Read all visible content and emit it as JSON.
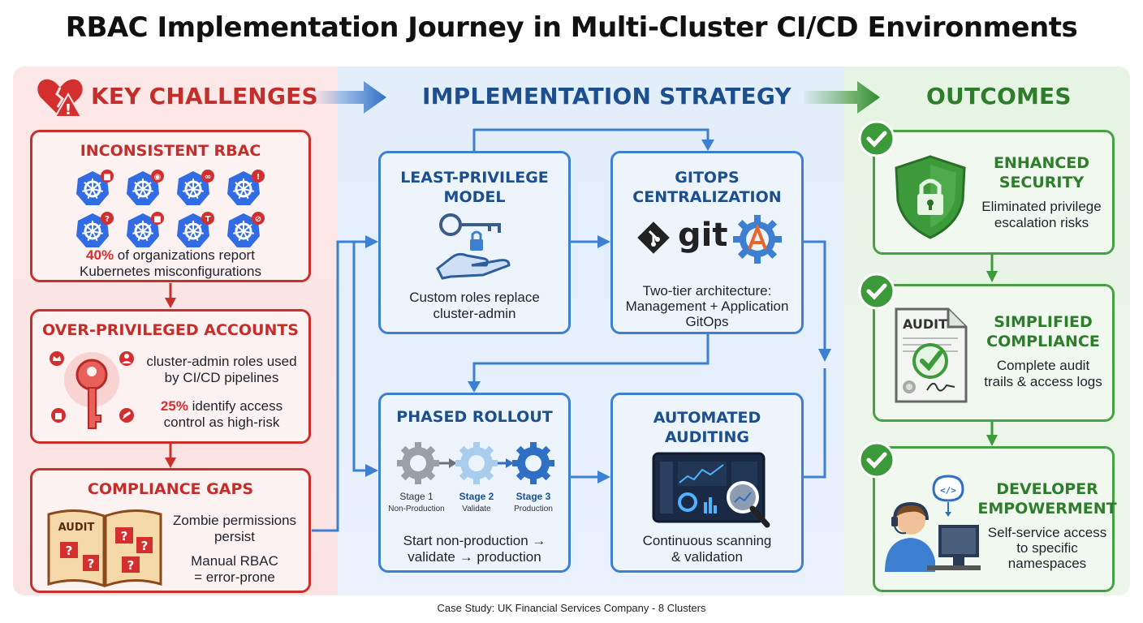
{
  "title": "RBAC Implementation Journey in Multi-Cluster CI/CD Environments",
  "footer": "Case Study: UK Financial Services Company - 8 Clusters",
  "colors": {
    "challenge": "#c42e2a",
    "strategy": "#1b4f8e",
    "outcome": "#2d7d2b",
    "arrow_blue": "#3d7fd1"
  },
  "challenges": {
    "heading": "KEY CHALLENGES",
    "inconsistent": {
      "title": "INCONSISTENT RBAC",
      "stat": "40%",
      "text1": " of organizations report",
      "text2": "Kubernetes misconfigurations"
    },
    "overprivileged": {
      "title": "OVER-PRIVILEGED ACCOUNTS",
      "line1": "cluster-admin roles used",
      "line2": "by CI/CD pipelines",
      "stat": "25%",
      "line3": " identify access",
      "line4": "control as high-risk"
    },
    "compliance": {
      "title": "COMPLIANCE GAPS",
      "book_label": "AUDIT",
      "line1": "Zombie permissions",
      "line2": "persist",
      "line3": "Manual RBAC",
      "line4": "= error-prone"
    }
  },
  "strategy": {
    "heading": "IMPLEMENTATION STRATEGY",
    "least": {
      "title1": "LEAST-PRIVILEGE",
      "title2": "MODEL",
      "line1": "Custom roles replace",
      "line2": "cluster-admin"
    },
    "gitops": {
      "title1": "GITOPS",
      "title2": "CENTRALIZATION",
      "logo": "git",
      "line1": "Two-tier architecture:",
      "line2": "Management + Application",
      "line3": "GitOps"
    },
    "phased": {
      "title": "PHASED ROLLOUT",
      "stages": [
        {
          "name": "Stage 1",
          "sub": "Non-Production"
        },
        {
          "name": "Stage 2",
          "sub": "Validate"
        },
        {
          "name": "Stage 3",
          "sub": "Production"
        }
      ],
      "line1": "Start non-production →",
      "line2": "validate → production"
    },
    "auditing": {
      "title1": "AUTOMATED",
      "title2": "AUDITING",
      "line1": "Continuous scanning",
      "line2": "& validation"
    }
  },
  "outcomes": {
    "heading": "OUTCOMES",
    "security": {
      "title1": "ENHANCED",
      "title2": "SECURITY",
      "line1": "Eliminated privilege",
      "line2": "escalation risks"
    },
    "compliance": {
      "title1": "SIMPLIFIED",
      "title2": "COMPLIANCE",
      "doc_label": "AUDIT",
      "line1": "Complete audit",
      "line2": "trails & access logs"
    },
    "developer": {
      "title1": "DEVELOPER",
      "title2": "EMPOWERMENT",
      "line1": "Self-service access",
      "line2": "to specific",
      "line3": "namespaces"
    }
  }
}
